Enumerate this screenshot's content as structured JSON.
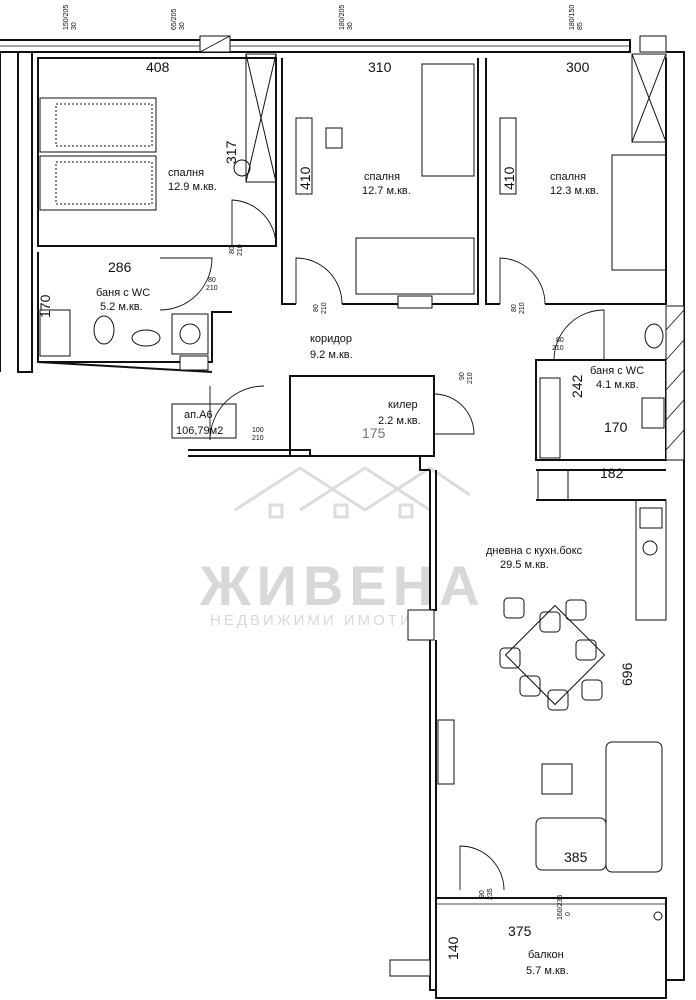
{
  "rooms": {
    "bedroom1": {
      "name": "спалня",
      "area": "12.9 м.кв."
    },
    "bedroom2": {
      "name": "спалня",
      "area": "12.7 м.кв."
    },
    "bedroom3": {
      "name": "спалня",
      "area": "12.3 м.кв."
    },
    "bathroom1": {
      "name": "баня с WC",
      "area": "5.2 м.кв."
    },
    "bathroom2": {
      "name": "баня с WC",
      "area": "4.1 м.кв."
    },
    "corridor": {
      "name": "коридор",
      "area": "9.2 м.кв."
    },
    "storage": {
      "name": "килер",
      "area": "2.2 м.кв."
    },
    "living": {
      "name": "дневна с кухн.бокс",
      "area": "29.5 м.кв."
    },
    "balcony": {
      "name": "балкон",
      "area": "5.7 м.кв."
    }
  },
  "apartment": {
    "name": "ап.А6",
    "area": "106,79м2"
  },
  "dimensions": {
    "d408": "408",
    "d310": "310",
    "d300": "300",
    "d317": "317",
    "d410a": "410",
    "d410b": "410",
    "d286": "286",
    "d170a": "170",
    "d242": "242",
    "d170b": "170",
    "d175": "175",
    "d182": "182",
    "d696": "696",
    "d385": "385",
    "d375": "375",
    "d140": "140"
  },
  "openings": {
    "w1": "150/205",
    "w1b": "30",
    "w2": "65/205",
    "w2b": "30",
    "w3": "180/205",
    "w3b": "30",
    "w4": "180/150",
    "w4b": "85",
    "door_bed1": "80",
    "door_bed1b": "210",
    "door_bath1": "80",
    "door_bath1b": "210",
    "door_bed2": "80",
    "door_bed2b": "210",
    "door_bed3": "80",
    "door_bed3b": "210",
    "door_bath2": "80",
    "door_bath2b": "210",
    "door_store": "90",
    "door_storeb": "210",
    "door_entry": "100",
    "door_entryb": "210",
    "door_liv": "90",
    "door_livb": "235",
    "door_balc": "160/235",
    "door_balcb": "0"
  },
  "watermark": {
    "brand": "ЖИВЕНА",
    "tagline": "НЕДВИЖИМИ ИМОТИ"
  }
}
